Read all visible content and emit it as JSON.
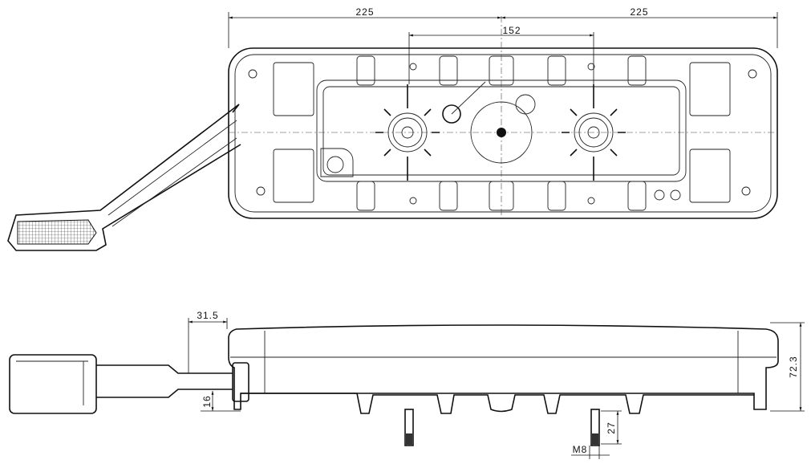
{
  "drawing": {
    "top_view": {
      "width_left": "225",
      "width_right": "225",
      "mount_spacing": "152"
    },
    "side_view": {
      "arm_offset": "31.5",
      "arm_height": "16",
      "total_height": "72.3",
      "stud_length": "27",
      "stud_thread": "M8"
    }
  }
}
